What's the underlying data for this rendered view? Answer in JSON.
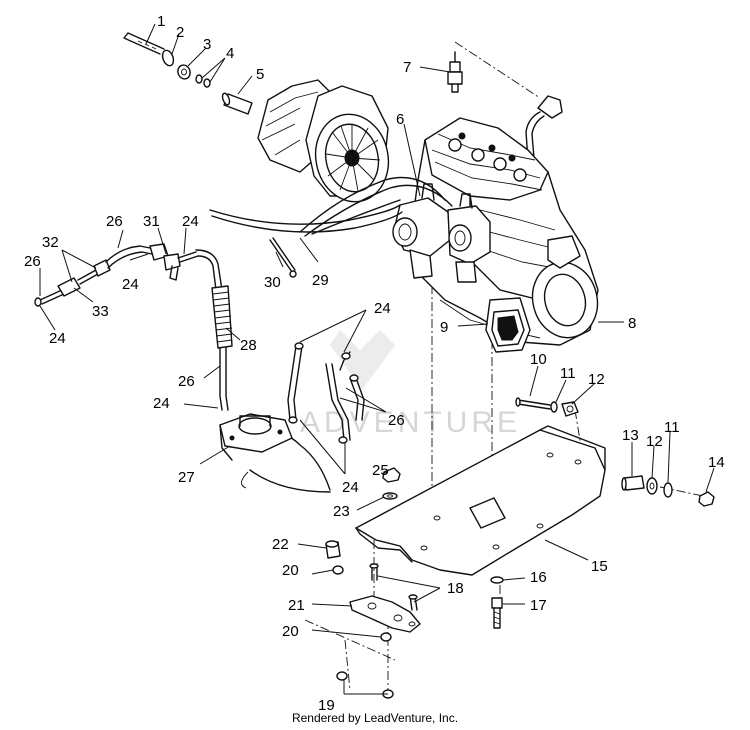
{
  "watermark": "ADVENTURE",
  "footer": "Rendered by LeadVenture, Inc.",
  "callouts": {
    "c1": "1",
    "c2": "2",
    "c3": "3",
    "c4": "4",
    "c5": "5",
    "c6": "6",
    "c7": "7",
    "c8": "8",
    "c9": "9",
    "c10": "10",
    "c11a": "11",
    "c11b": "11",
    "c12a": "12",
    "c12b": "12",
    "c13": "13",
    "c14": "14",
    "c15": "15",
    "c16": "16",
    "c17": "17",
    "c18": "18",
    "c19": "19",
    "c20a": "20",
    "c20b": "20",
    "c21": "21",
    "c22": "22",
    "c23": "23",
    "c24a": "24",
    "c24b": "24",
    "c24c": "24",
    "c24d": "24",
    "c24e": "24",
    "c24f": "24",
    "c25": "25",
    "c26a": "26",
    "c26b": "26",
    "c26c": "26",
    "c26d": "26",
    "c27": "27",
    "c28": "28",
    "c29": "29",
    "c30": "30",
    "c31": "31",
    "c32": "32",
    "c33": "33"
  }
}
